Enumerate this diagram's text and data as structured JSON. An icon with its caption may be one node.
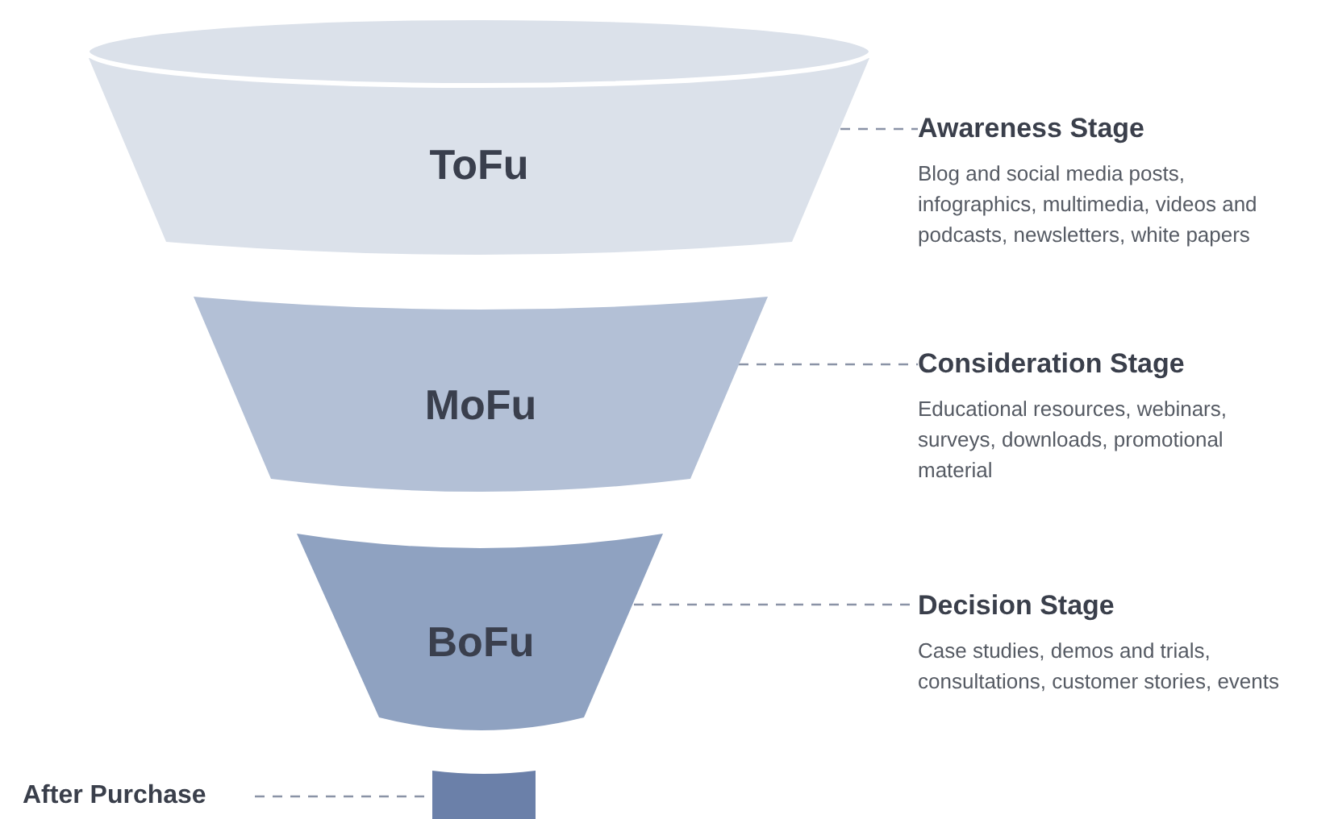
{
  "diagram": {
    "nodes": [
      {
        "text": [
          "ToFu"
        ]
      },
      {
        "text": [
          "MoFu"
        ]
      },
      {
        "text": [
          "BoFu"
        ]
      },
      {
        "text": [],
        "shape": "bar"
      },
      {
        "text": [
          "Awareness Stage",
          "Blog and social media posts, infographics, multimedia, videos and podcasts, newsletters, white papers"
        ]
      },
      {
        "text": [
          "Consideration Stage",
          "Educational resources, webinars, surveys, downloads, promotional material"
        ]
      },
      {
        "text": [
          "Decision Stage",
          "Case studies, demos and trials, consultations, customer stories, events"
        ]
      },
      {
        "text": [
          "After Purchase"
        ]
      }
    ],
    "edges": [
      {
        "from": 0,
        "to": 4,
        "arrow": "none",
        "style": "dashed"
      },
      {
        "from": 1,
        "to": 5,
        "arrow": "none",
        "style": "dashed"
      },
      {
        "from": 2,
        "to": 6,
        "arrow": "none",
        "style": "dashed"
      },
      {
        "from": 7,
        "to": 3,
        "arrow": "none",
        "style": "dashed"
      }
    ]
  }
}
